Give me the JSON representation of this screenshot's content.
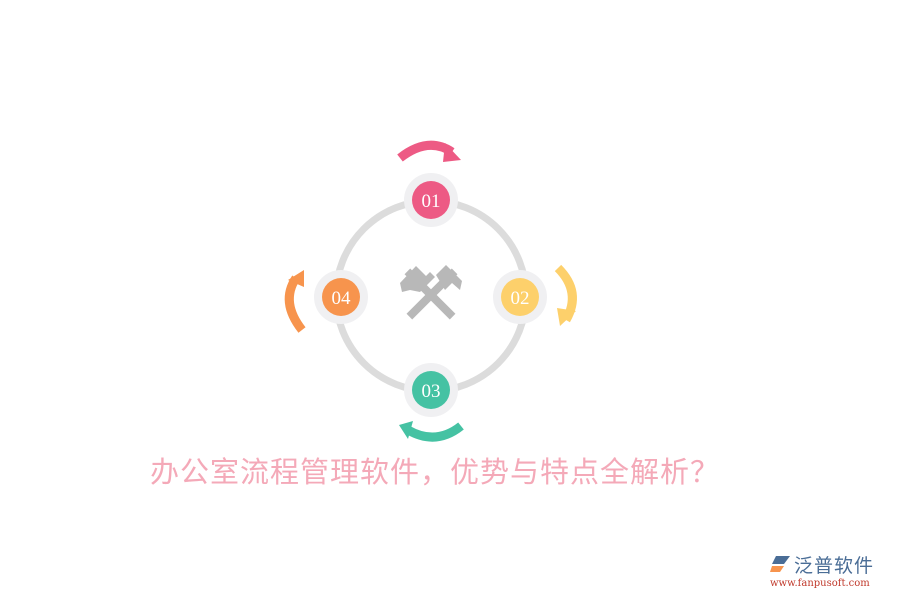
{
  "diagram": {
    "title": "办公室流程管理软件，优势与特点全解析？",
    "center_icon": "hammers-crossed-icon",
    "ring_color": "#dcdcdc",
    "badge_halo_color": "#f0f0f2",
    "icon_color": "#b8b8b8",
    "steps": [
      {
        "label": "01",
        "color": "#ed5a84",
        "position": "top",
        "arrow_direction": "clockwise"
      },
      {
        "label": "02",
        "color": "#fdd06b",
        "position": "right",
        "arrow_direction": "clockwise"
      },
      {
        "label": "03",
        "color": "#45c2a3",
        "position": "bottom",
        "arrow_direction": "clockwise"
      },
      {
        "label": "04",
        "color": "#f7944d",
        "position": "left",
        "arrow_direction": "clockwise"
      }
    ]
  },
  "watermark": {
    "brand": "泛普软件",
    "url": "www.fanpusoft.com",
    "brand_color": "#4a6d96",
    "url_color": "#c0392b"
  }
}
